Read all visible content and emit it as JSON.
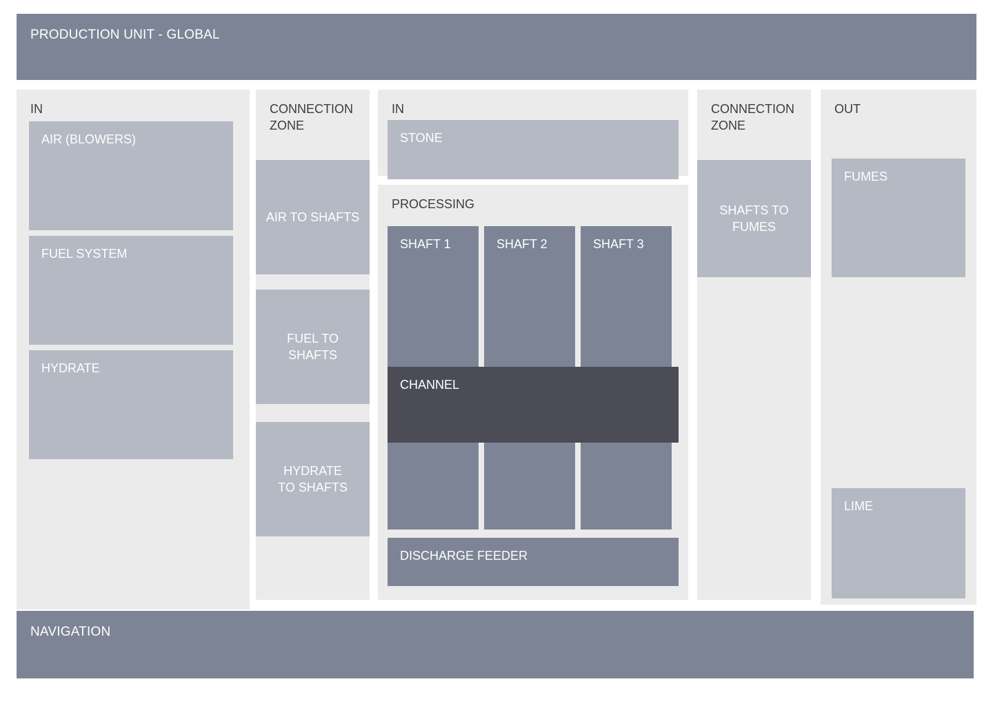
{
  "header": {
    "title": "PRODUCTION UNIT - GLOBAL"
  },
  "footer": {
    "title": "NAVIGATION"
  },
  "colors": {
    "page_background": "#ffffff",
    "panel_background": "#ebebeb",
    "bar": "#7d8495",
    "tile_light": "#b4b9c3",
    "tile_shaft": "#7d8495",
    "tile_channel": "#4c4c56",
    "panel_title_text": "#3c3c41",
    "tile_label_text": "#ffffff"
  },
  "columns": {
    "in_left": {
      "title": "IN",
      "tiles": [
        {
          "label": "AIR (BLOWERS)"
        },
        {
          "label": "FUEL SYSTEM"
        },
        {
          "label": "HYDRATE"
        }
      ]
    },
    "connection_zone_left": {
      "title": "CONNECTION ZONE",
      "tiles": [
        {
          "label": "AIR TO SHAFTS"
        },
        {
          "label": "FUEL TO\nSHAFTS"
        },
        {
          "label": "HYDRATE\nTO SHAFTS"
        }
      ]
    },
    "in_center": {
      "title": "IN",
      "tiles": [
        {
          "label": "STONE"
        }
      ]
    },
    "processing": {
      "title": "PROCESSING",
      "shafts": [
        {
          "label": "SHAFT 1"
        },
        {
          "label": "SHAFT 2"
        },
        {
          "label": "SHAFT 3"
        }
      ],
      "channel": {
        "label": "CHANNEL"
      },
      "discharge": {
        "label": "DISCHARGE FEEDER"
      }
    },
    "connection_zone_right": {
      "title": "CONNECTION ZONE",
      "tiles": [
        {
          "label": "SHAFTS TO\nFUMES"
        }
      ]
    },
    "out": {
      "title": "OUT",
      "tiles": [
        {
          "label": "FUMES"
        },
        {
          "label": "LIME"
        }
      ]
    }
  }
}
